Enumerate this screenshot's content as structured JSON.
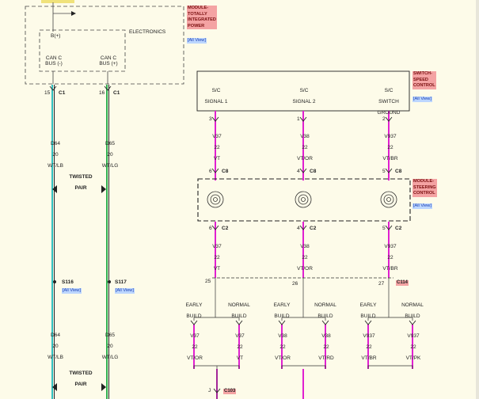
{
  "modules": {
    "electronics": {
      "label": "ELECTRONICS",
      "tag": [
        "MODULE-",
        "TOTALLY",
        "INTEGRATED",
        "POWER"
      ],
      "all_view": "[All View]",
      "pins": {
        "bplus": "B(+)",
        "can_minus": [
          "CAN C",
          "BUS (-)"
        ],
        "can_plus": [
          "CAN C",
          "BUS (+)"
        ]
      }
    },
    "switch": {
      "tag": [
        "SWITCH-",
        "SPEED",
        "CONTROL"
      ],
      "all_view": "[All View]",
      "pins": [
        [
          "S/C",
          "SIGNAL 1"
        ],
        [
          "S/C",
          "SIGNAL 2"
        ],
        [
          "S/C",
          "SWITCH",
          "GROUND"
        ]
      ]
    },
    "steering": {
      "tag": [
        "MODULE-",
        "STEERING",
        "CONTROL"
      ],
      "all_view": "[All View]"
    }
  },
  "connectors": {
    "left": [
      {
        "num": "15",
        "name": "C1"
      },
      {
        "num": "16",
        "name": "C1"
      }
    ],
    "top": [
      {
        "num": "3"
      },
      {
        "num": "1"
      },
      {
        "num": "2"
      }
    ],
    "c8": [
      {
        "num": "6",
        "name": "C8"
      },
      {
        "num": "4",
        "name": "C8"
      },
      {
        "num": "5",
        "name": "C8"
      }
    ],
    "c2": [
      {
        "num": "6",
        "name": "C2"
      },
      {
        "num": "4",
        "name": "C2"
      },
      {
        "num": "5",
        "name": "C2"
      }
    ],
    "splice": [
      {
        "num": "25"
      },
      {
        "num": "26"
      },
      {
        "num": "27",
        "name": "C114"
      }
    ],
    "bottom": {
      "num": "J",
      "name": "C103"
    }
  },
  "wires": {
    "left_upper": [
      [
        "D64",
        "20",
        "WT/LB"
      ],
      [
        "D65",
        "20",
        "WT/LG"
      ]
    ],
    "left_lower": [
      [
        "D64",
        "20",
        "WT/LB"
      ],
      [
        "D65",
        "20",
        "WT/LG"
      ]
    ],
    "mid_upper": [
      [
        "V37",
        "22",
        "VT"
      ],
      [
        "V38",
        "22",
        "VT/OR"
      ],
      [
        "V937",
        "22",
        "VT/BR"
      ]
    ],
    "mid_lower": [
      [
        "V37",
        "22",
        "VT"
      ],
      [
        "V38",
        "22",
        "VT/OR"
      ],
      [
        "V937",
        "22",
        "VT/BR"
      ]
    ],
    "branches": [
      [
        "V37",
        "22",
        "VT/OR"
      ],
      [
        "V37",
        "22",
        "VT"
      ],
      [
        "V38",
        "22",
        "VT/OR"
      ],
      [
        "V38",
        "22",
        "VT/RD"
      ],
      [
        "V937",
        "22",
        "VT/BR"
      ],
      [
        "V937",
        "22",
        "VT/PK"
      ]
    ]
  },
  "build_labels": {
    "early": [
      "EARLY",
      "BUILD"
    ],
    "normal": [
      "NORMAL",
      "BUILD"
    ]
  },
  "twisted_pair": [
    "TWISTED",
    "PAIR"
  ],
  "splices": [
    {
      "name": "S116",
      "all_view": "[All View]"
    },
    {
      "name": "S117",
      "all_view": "[All View]"
    }
  ],
  "colors": {
    "background": "#fdfbe9",
    "magenta": "#e020d0",
    "teal": "#30c0c0",
    "green": "#30b050",
    "tag": "#f4a3a3",
    "allview": "#bcd6ff"
  }
}
